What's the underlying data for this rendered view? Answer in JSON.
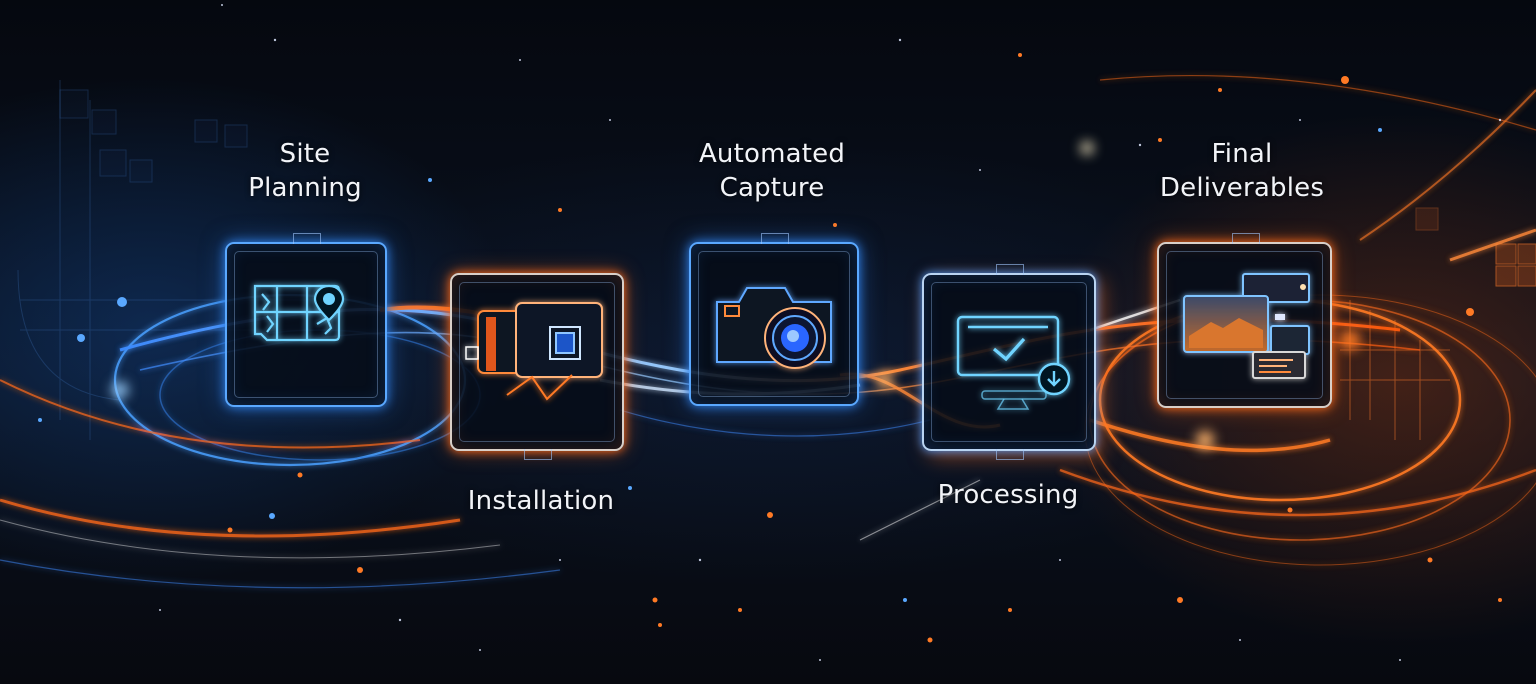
{
  "diagram": {
    "type": "process-flow",
    "theme_colors": {
      "background": "#070b14",
      "accent_blue": "#3d8bff",
      "accent_orange": "#ff6a1a",
      "label_text": "#f2f4f8"
    },
    "steps": [
      {
        "order": 1,
        "label": "Site\nPlanning",
        "icon": "map-pin-icon",
        "row": "top",
        "glow": "blue"
      },
      {
        "order": 2,
        "label": "Installation",
        "icon": "camera-install-icon",
        "row": "bottom",
        "glow": "orange"
      },
      {
        "order": 3,
        "label": "Automated\nCapture",
        "icon": "camera-icon",
        "row": "top",
        "glow": "blue"
      },
      {
        "order": 4,
        "label": "Processing",
        "icon": "monitor-check-icon",
        "row": "bottom",
        "glow": "mixed"
      },
      {
        "order": 5,
        "label": "Final\nDeliverables",
        "icon": "gallery-screens-icon",
        "row": "top",
        "glow": "orange"
      }
    ],
    "connectors": "glowing light streaks linking steps left to right, blue on left transitioning to orange on right"
  }
}
